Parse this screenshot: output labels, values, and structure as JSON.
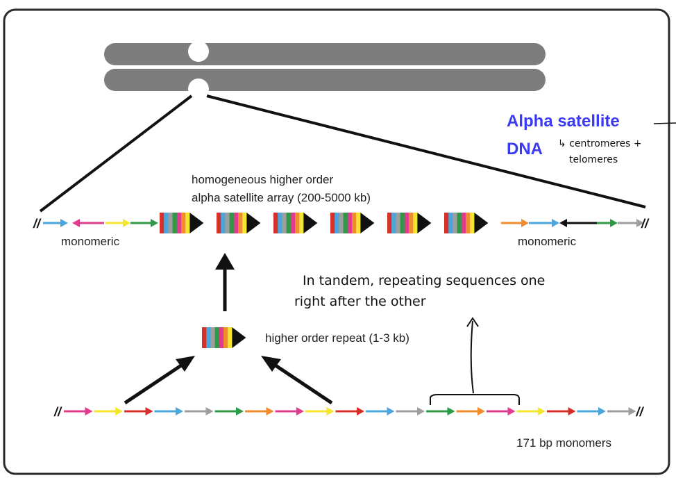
{
  "title": {
    "line1": "Alpha satellite",
    "line2": "DNA",
    "note_line1": "↳ centromeres +",
    "note_line2": "telomeres",
    "color": "#3a3af2"
  },
  "labels": {
    "array_line1": "homogeneous higher order",
    "array_line2": "alpha satellite array (200-5000 kb)",
    "monomeric_left": "monomeric",
    "monomeric_right": "monomeric",
    "hor": "higher order repeat (1-3 kb)",
    "monomers": "171 bp monomers",
    "break_mark": "//"
  },
  "annotation": {
    "line1": "In tandem, repeating sequences one",
    "line2": "right after the other"
  },
  "colors": {
    "panel_border": "#2a2a2a",
    "chromosome": "#7d7d7d",
    "monomer_palette": [
      "#e03b8c",
      "#f5e533",
      "#d6302a",
      "#4aa6dd",
      "#9e9e9e",
      "#2e9a48",
      "#ef8c2e"
    ],
    "hor_stripes": [
      "#d6302a",
      "#4aa6dd",
      "#9e9e9e",
      "#2e9a48",
      "#e03b8c",
      "#ef8c2e",
      "#f5e533"
    ],
    "hor_arrowhead": "#111111"
  },
  "monomer_row": [
    "pink",
    "yellow",
    "red",
    "blue",
    "gray",
    "green",
    "orange",
    "pink",
    "yellow",
    "red",
    "blue",
    "gray",
    "green",
    "orange",
    "pink",
    "yellow",
    "red",
    "blue",
    "gray"
  ],
  "left_flank": [
    "blue",
    "pink",
    "yellow",
    "green"
  ],
  "right_flank": [
    "orange",
    "blue",
    "black",
    "green",
    "gray"
  ]
}
